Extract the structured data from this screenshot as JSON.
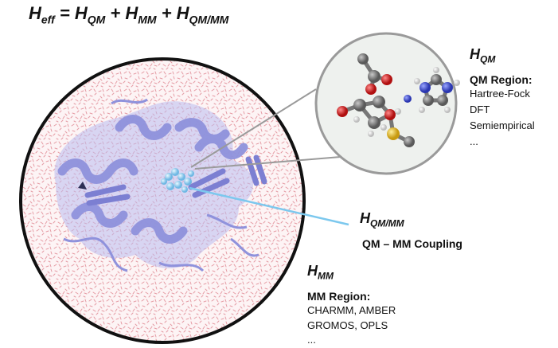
{
  "equation": {
    "lhs_base": "H",
    "lhs_sub": "eff",
    "eq": " = ",
    "t1_base": "H",
    "t1_sub": "QM",
    "plus1": " + ",
    "t2_base": "H",
    "t2_sub": "MM",
    "plus2": " + ",
    "t3_base": "H",
    "t3_sub": "QM/MM"
  },
  "qm": {
    "label_base": "H",
    "label_sub": "QM",
    "title": "QM Region:",
    "methods": [
      "Hartree-Fock",
      "DFT",
      "Semiempirical",
      "..."
    ]
  },
  "coupling": {
    "label_base": "H",
    "label_sub": "QM/MM",
    "title": "QM – MM Coupling"
  },
  "mm": {
    "label_base": "H",
    "label_sub": "MM",
    "title": "MM Region:",
    "methods": [
      "CHARMM, AMBER",
      "GROMOS, OPLS",
      "..."
    ]
  },
  "colors": {
    "water": "#e8909a",
    "protein": "#8f92dc",
    "protein_dark": "#5d60b8",
    "qm_atoms": "#8fd0f0",
    "coupling_line": "#7cc8ee",
    "zoom_line": "#9a9a9a",
    "carbon": "#6e6e6e",
    "oxygen": "#d42020",
    "nitrogen": "#3b4fd0",
    "hydrogen": "#e4e4e4",
    "sulfur": "#e0b820"
  }
}
